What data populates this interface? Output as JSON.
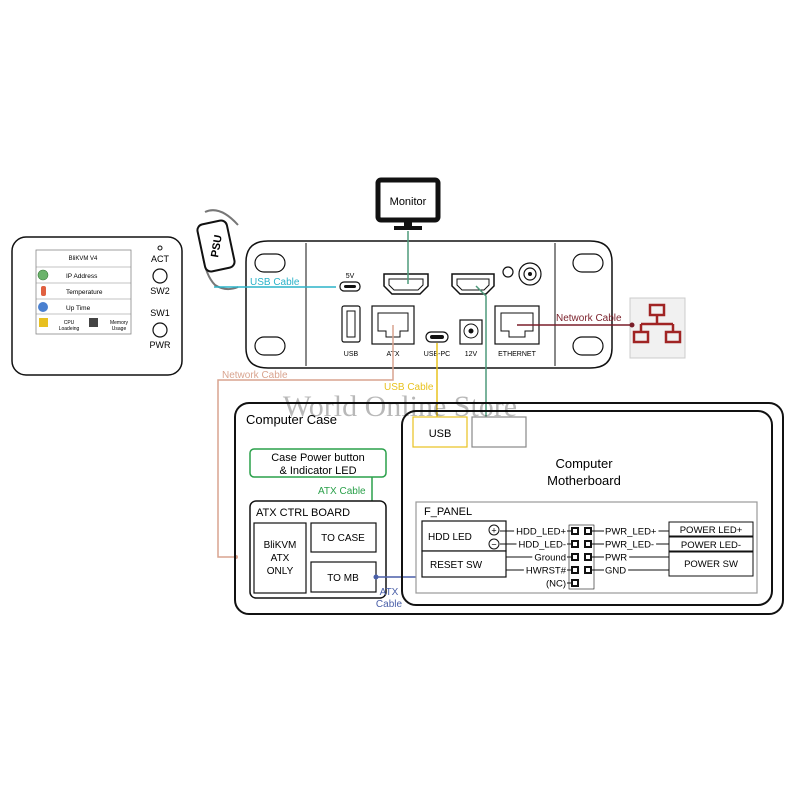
{
  "colors": {
    "usb_cable": "#2bb3c9",
    "usb_cable_pc": "#e8c21f",
    "hdmi_cable": "#4e9a7b",
    "network_cable": "#7a1f2a",
    "network_cable_atx": "#d9a48f",
    "atx_cable_case": "#2aa04a",
    "atx_cable_mb": "#4a5fa8",
    "network_icon": "#a02424"
  },
  "watermark": "World Online Store",
  "monitor": {
    "label": "Monitor"
  },
  "psu": {
    "label": "PSU"
  },
  "kvm_display": {
    "title": "BliKVM V4",
    "rows": [
      "IP Address",
      "Temperature",
      "Up Time"
    ],
    "bottom": [
      "CPU Loadeing",
      "Memory Usage"
    ],
    "buttons": [
      "ACT",
      "SW2",
      "SW1",
      "PWR"
    ]
  },
  "kvm_device": {
    "ports": {
      "five_v": "5V",
      "usb": "USB",
      "atx": "ATX",
      "usb_pc": "USB-PC",
      "twelve_v": "12V",
      "ethernet": "ETHERNET"
    }
  },
  "cables": {
    "usb_cable": "USB Cable",
    "usb_cable_pc": "USB Cable",
    "network_cable_right": "Network Cable",
    "network_cable_left": "Network Cable",
    "atx_cable_case": "ATX Cable",
    "atx_cable_mb_1": "ATX",
    "atx_cable_mb_2": "Cable"
  },
  "computer_case": {
    "title": "Computer Case",
    "usb": "USB",
    "power_button_1": "Case Power button",
    "power_button_2": "& Indicator LED",
    "atx_ctrl": {
      "title": "ATX CTRL BOARD",
      "blikvm": [
        "BliKVM",
        "ATX",
        "ONLY"
      ],
      "to_case": "TO CASE",
      "to_mb": "TO MB"
    },
    "motherboard": {
      "title_1": "Computer",
      "title_2": "Motherboard",
      "f_panel": "F_PANEL",
      "hdd_led": "HDD LED",
      "reset_sw": "RESET SW",
      "plus": "+",
      "minus": "−",
      "left_pins": [
        "HDD_LED+",
        "HDD_LED-",
        "Ground",
        "HWRST#",
        "(NC)"
      ],
      "right_pins": [
        "PWR_LED+",
        "PWR_LED-",
        "PWR",
        "GND"
      ],
      "power_led_plus": "POWER LED+",
      "power_led_minus": "POWER LED-",
      "power_sw": "POWER SW"
    }
  }
}
